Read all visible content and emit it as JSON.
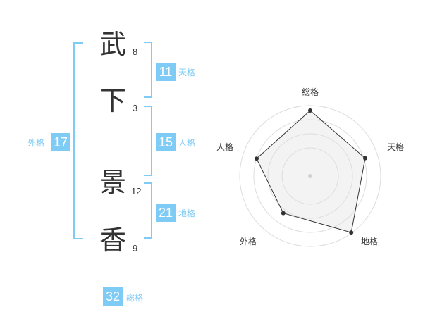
{
  "name": {
    "chars": [
      {
        "kanji": "武",
        "strokes": "8"
      },
      {
        "kanji": "下",
        "strokes": "3"
      },
      {
        "kanji": "景",
        "strokes": "12"
      },
      {
        "kanji": "香",
        "strokes": "9"
      }
    ]
  },
  "fortune": {
    "tenkaku": {
      "label": "天格",
      "value": "11"
    },
    "jinkaku": {
      "label": "人格",
      "value": "15"
    },
    "chikaku": {
      "label": "地格",
      "value": "21"
    },
    "gaikaku": {
      "label": "外格",
      "value": "17"
    },
    "soukaku": {
      "label": "総格",
      "value": "32"
    }
  },
  "colors": {
    "accent": "#7ecbf5",
    "text": "#333333",
    "grid": "#dddddd"
  },
  "chart_data": {
    "type": "radar",
    "axes": [
      "総格",
      "天格",
      "地格",
      "外格",
      "人格"
    ],
    "values": [
      0.93,
      0.82,
      0.99,
      0.65,
      0.8
    ],
    "range": [
      0,
      1
    ]
  }
}
